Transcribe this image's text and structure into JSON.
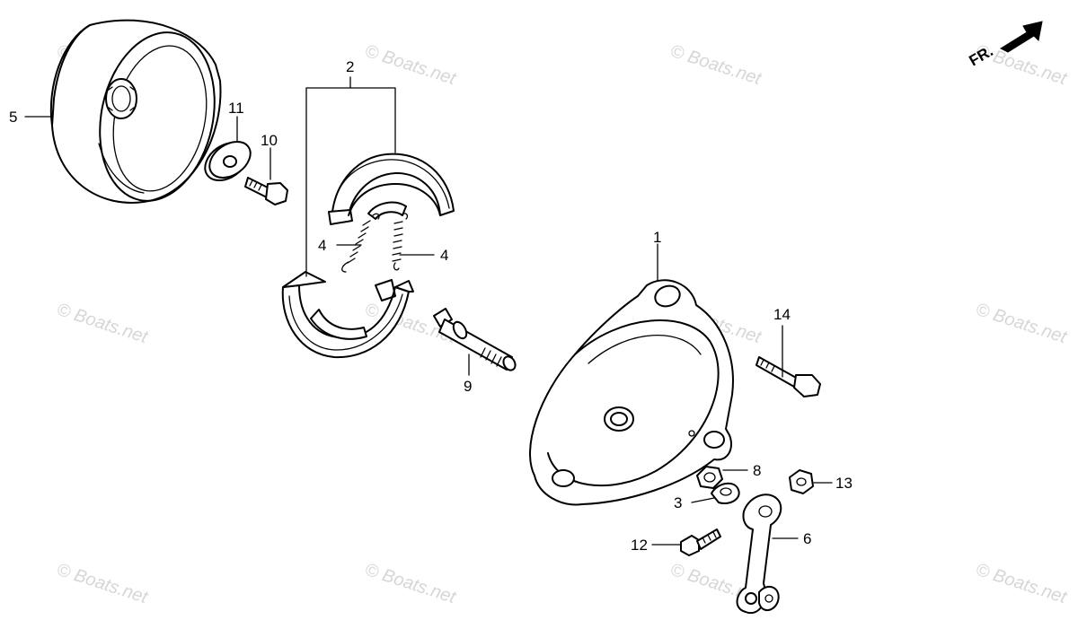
{
  "watermark": {
    "text": "© Boats.net"
  },
  "direction_indicator": {
    "label": "FR."
  },
  "callouts": [
    {
      "id": "c1",
      "label": "1"
    },
    {
      "id": "c2",
      "label": "2"
    },
    {
      "id": "c3",
      "label": "3"
    },
    {
      "id": "c4a",
      "label": "4"
    },
    {
      "id": "c4b",
      "label": "4"
    },
    {
      "id": "c5",
      "label": "5"
    },
    {
      "id": "c6",
      "label": "6"
    },
    {
      "id": "c8",
      "label": "8"
    },
    {
      "id": "c9",
      "label": "9"
    },
    {
      "id": "c10",
      "label": "10"
    },
    {
      "id": "c11",
      "label": "11"
    },
    {
      "id": "c12",
      "label": "12"
    },
    {
      "id": "c13",
      "label": "13"
    },
    {
      "id": "c14",
      "label": "14"
    }
  ]
}
